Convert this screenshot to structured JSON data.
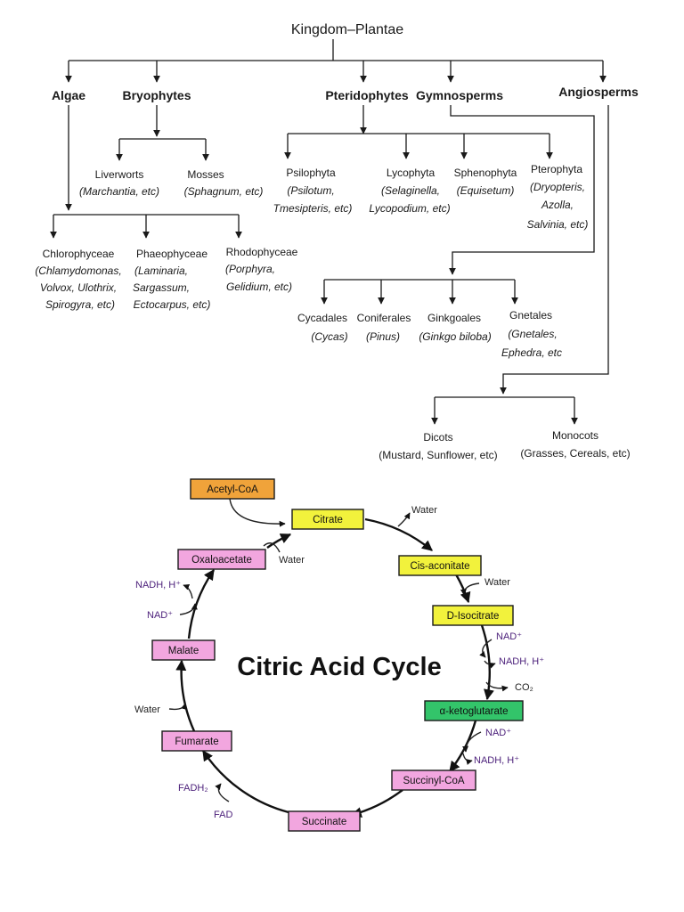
{
  "plant_tree": {
    "root": "Kingdom–Plantae",
    "divisions": {
      "algae": "Algae",
      "bryophytes": "Bryophytes",
      "pteridophytes": "Pteridophytes",
      "gymnosperms": "Gymnosperms",
      "angiosperms": "Angiosperms"
    },
    "bryophyte_groups": [
      {
        "name": "Liverworts",
        "example": "(Marchantia, etc)"
      },
      {
        "name": "Mosses",
        "example": "(Sphagnum, etc)"
      }
    ],
    "algae_groups": [
      {
        "name": "Chlorophyceae",
        "example_lines": [
          "(Chlamydomonas,",
          "Volvox, Ulothrix,",
          "Spirogyra, etc)"
        ]
      },
      {
        "name": "Phaeophyceae",
        "example_lines": [
          "(Laminaria,",
          "Sargassum,",
          "Ectocarpus, etc)"
        ]
      },
      {
        "name": "Rhodophyceae",
        "example_lines": [
          "(Porphyra,",
          "Gelidium, etc)"
        ]
      }
    ],
    "pteridophyte_groups": [
      {
        "name": "Psilophyta",
        "example_lines": [
          "(Psilotum,",
          "Tmesipteris, etc)"
        ]
      },
      {
        "name": "Lycophyta",
        "example_lines": [
          "(Selaginella,",
          "Lycopodium, etc)"
        ]
      },
      {
        "name": "Sphenophyta",
        "example_lines": [
          "(Equisetum)"
        ]
      },
      {
        "name": "Pterophyta",
        "example_lines": [
          "(Dryopteris,",
          "Azolla,",
          "Salvinia, etc)"
        ]
      }
    ],
    "gymnosperm_groups": [
      {
        "name": "Cycadales",
        "example": "(Cycas)"
      },
      {
        "name": "Coniferales",
        "example": "(Pinus)"
      },
      {
        "name": "Ginkgoales",
        "example": "(Ginkgo biloba)"
      },
      {
        "name": "Gnetales",
        "example_lines": [
          "(Gnetales,",
          "Ephedra, etc"
        ]
      }
    ],
    "angiosperm_groups": [
      {
        "name": "Dicots",
        "example": "(Mustard, Sunflower, etc)"
      },
      {
        "name": "Monocots",
        "example": "(Grasses, Cereals, etc)"
      }
    ]
  },
  "citric_acid_cycle": {
    "title": "Citric Acid Cycle",
    "colors": {
      "acetyl_coa": "#f0a33a",
      "yellow": "#f2f23c",
      "green": "#33c46a",
      "pink": "#f2a6df",
      "side_purple": "#4b1f7a"
    },
    "entry": "Acetyl-CoA",
    "intermediates": [
      "Citrate",
      "Cis-aconitate",
      "D-Isocitrate",
      "α-ketoglutarate",
      "Succinyl-CoA",
      "Succinate",
      "Fumarate",
      "Malate",
      "Oxaloacetate"
    ],
    "side_labels": {
      "water_in_citrate": "Water",
      "water_out_citrate": "Water",
      "water_cis": "Water",
      "nad_iso": "NAD⁺",
      "nadh_iso": "NADH, H⁺",
      "co2": "CO₂",
      "nad_akg": "NAD⁺",
      "nadh_akg": "NADH, H⁺",
      "fadh2": "FADH₂",
      "fad": "FAD",
      "water_fum": "Water",
      "nad_mal": "NAD⁺",
      "nadh_mal": "NADH, H⁺"
    }
  }
}
